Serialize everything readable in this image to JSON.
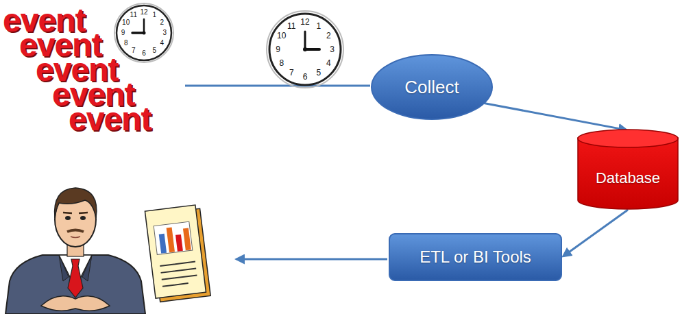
{
  "diagram": {
    "nodes": [
      {
        "text": [
          "Collect"
        ]
      },
      {
        "text": [
          "Database"
        ]
      },
      {
        "text": [
          "ETL or BI Tools"
        ]
      }
    ],
    "edges": [
      {
        "from": 0,
        "to": 1,
        "arrow": "to"
      },
      {
        "from": 1,
        "to": 2,
        "arrow": "to"
      }
    ],
    "labels": [
      "event",
      "event",
      "event",
      "event",
      "event",
      "12",
      "1",
      "2",
      "3",
      "4",
      "5",
      "6",
      "7",
      "8",
      "9",
      "10",
      "11",
      "12",
      "1",
      "2",
      "3",
      "4",
      "5",
      "6",
      "7",
      "8",
      "9",
      "10",
      "11"
    ]
  }
}
